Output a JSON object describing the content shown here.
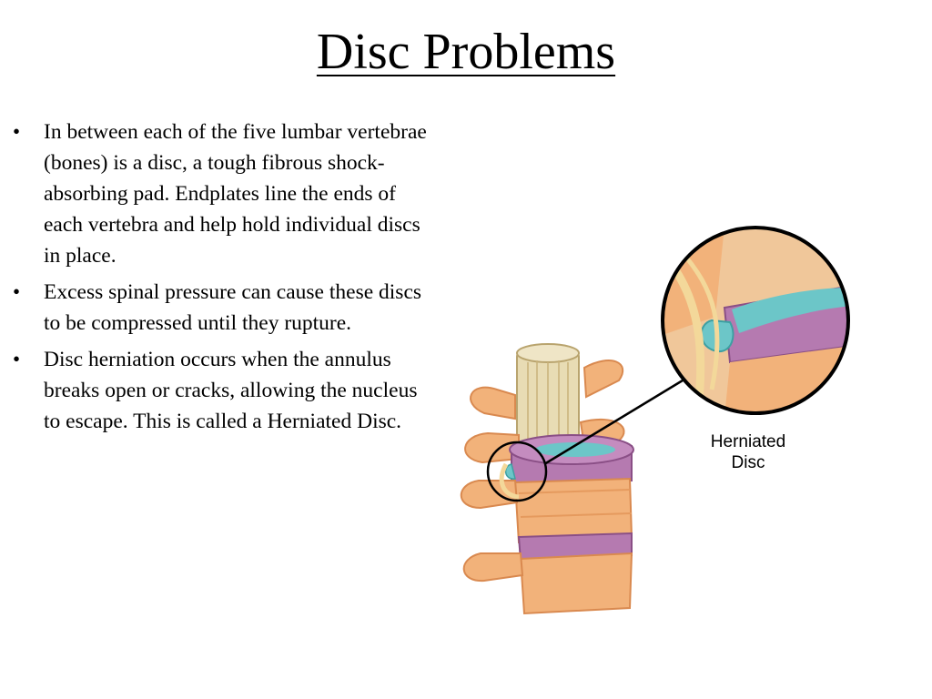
{
  "slide": {
    "title": "Disc Problems",
    "bullets": [
      "In between each of the five lumbar vertebrae (bones) is a disc, a tough fibrous shock-absorbing pad. Endplates line the ends of each vertebra and help hold individual discs in place.",
      "Excess spinal pressure can cause these discs to be compressed until they rupture.",
      "Disc herniation occurs when the annulus breaks open or cracks, allowing the nucleus to escape. This is called a Herniated Disc."
    ],
    "bullet_symbol": "•"
  },
  "figure": {
    "label_line1": "Herniated",
    "label_line2": "Disc",
    "colors": {
      "bone": "#f2b27a",
      "bone_dark": "#d9894f",
      "disc": "#b57ab0",
      "nucleus": "#6cc6c8",
      "cord": "#e8dcb4",
      "nerve": "#f3d89a",
      "outline": "#000000"
    }
  }
}
